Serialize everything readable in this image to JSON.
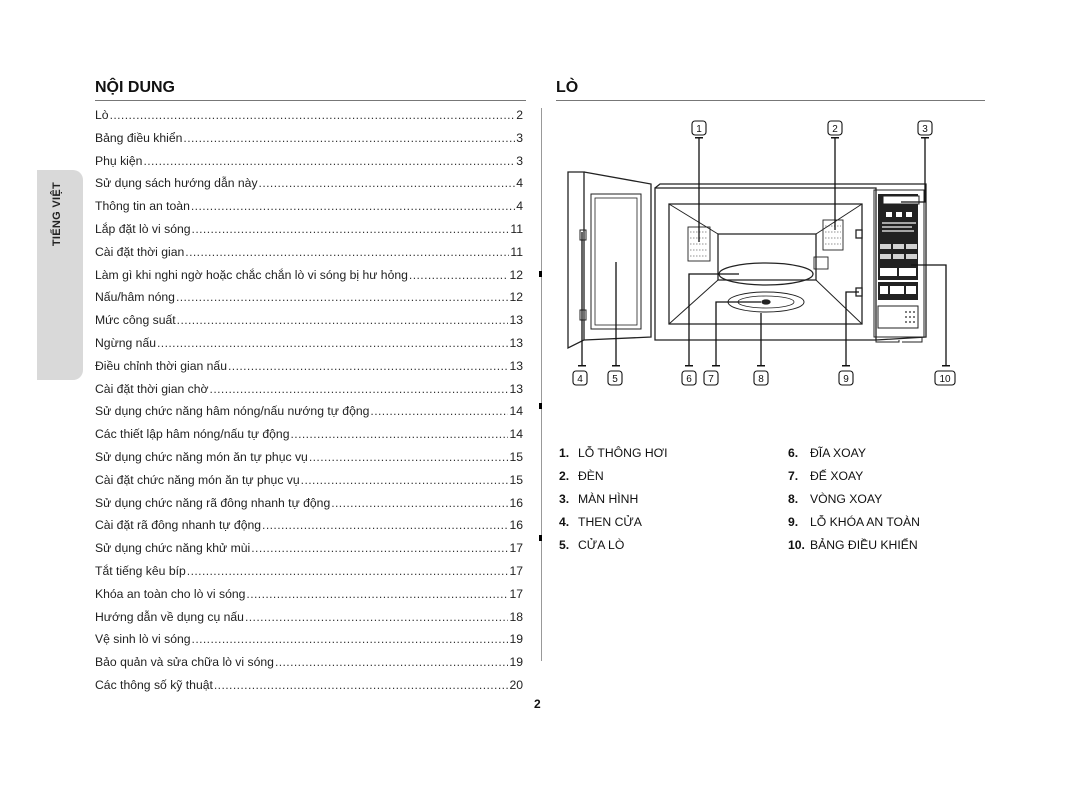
{
  "side_tab": {
    "label": "TIẾNG VIỆT"
  },
  "left": {
    "title": "NỘI DUNG",
    "toc": [
      {
        "title": "Lò",
        "page": "2"
      },
      {
        "title": "Bảng điều khiển",
        "page": "3"
      },
      {
        "title": "Phụ kiện",
        "page": "3"
      },
      {
        "title": "Sử dụng sách hướng dẫn này",
        "page": "4"
      },
      {
        "title": "Thông tin an toàn",
        "page": "4"
      },
      {
        "title": "Lắp đặt lò vi sóng",
        "page": "11"
      },
      {
        "title": "Cài đặt thời gian",
        "page": "11"
      },
      {
        "title": "Làm gì khi nghi ngờ hoặc chắc chắn lò vi sóng bị hư hỏng",
        "page": "12"
      },
      {
        "title": "Nấu/hâm nóng",
        "page": "12"
      },
      {
        "title": "Mức công suất",
        "page": "13"
      },
      {
        "title": "Ngừng nấu",
        "page": "13"
      },
      {
        "title": "Điều chỉnh thời gian nấu",
        "page": "13"
      },
      {
        "title": "Cài đặt thời gian chờ",
        "page": "13"
      },
      {
        "title": "Sử dụng chức năng hâm nóng/nấu nướng tự động",
        "page": "14"
      },
      {
        "title": "Các thiết lập hâm nóng/nấu tự động",
        "page": "14"
      },
      {
        "title": "Sử dụng chức năng món ăn tự phục vụ",
        "page": "15"
      },
      {
        "title": "Cài đặt chức năng món ăn tự phục vụ",
        "page": "15"
      },
      {
        "title": "Sử dụng chức năng rã đông nhanh tự động",
        "page": "16"
      },
      {
        "title": "Cài đặt rã đông nhanh tự động",
        "page": "16"
      },
      {
        "title": "Sử dụng chức năng khử mùi",
        "page": "17"
      },
      {
        "title": "Tắt tiếng kêu bíp",
        "page": "17"
      },
      {
        "title": "Khóa an toàn cho lò vi sóng",
        "page": "17"
      },
      {
        "title": "Hướng dẫn về dụng cụ nấu",
        "page": "18"
      },
      {
        "title": "Vệ sinh lò vi sóng",
        "page": "19"
      },
      {
        "title": "Bảo quản và sửa chữa lò vi sóng",
        "page": "19"
      },
      {
        "title": "Các thông số kỹ thuật",
        "page": "20"
      }
    ]
  },
  "right": {
    "title": "LÒ",
    "callouts": [
      "1",
      "2",
      "3",
      "4",
      "5",
      "6",
      "7",
      "8",
      "9",
      "10"
    ],
    "parts_left": [
      {
        "num": "1.",
        "label": "LỖ THÔNG HƠI"
      },
      {
        "num": "2.",
        "label": "ĐÈN"
      },
      {
        "num": "3.",
        "label": "MÀN HÌNH"
      },
      {
        "num": "4.",
        "label": "THEN CỬA"
      },
      {
        "num": "5.",
        "label": "CỬA LÒ"
      }
    ],
    "parts_right": [
      {
        "num": "6.",
        "label": "ĐĨA XOAY"
      },
      {
        "num": "7.",
        "label": "ĐẾ XOAY"
      },
      {
        "num": "8.",
        "label": "VÒNG XOAY"
      },
      {
        "num": "9.",
        "label": "LỖ KHÓA AN TOÀN"
      },
      {
        "num": "10.",
        "label": "BẢNG ĐIỀU KHIỂN"
      }
    ]
  },
  "footer": {
    "page_number": "2"
  }
}
